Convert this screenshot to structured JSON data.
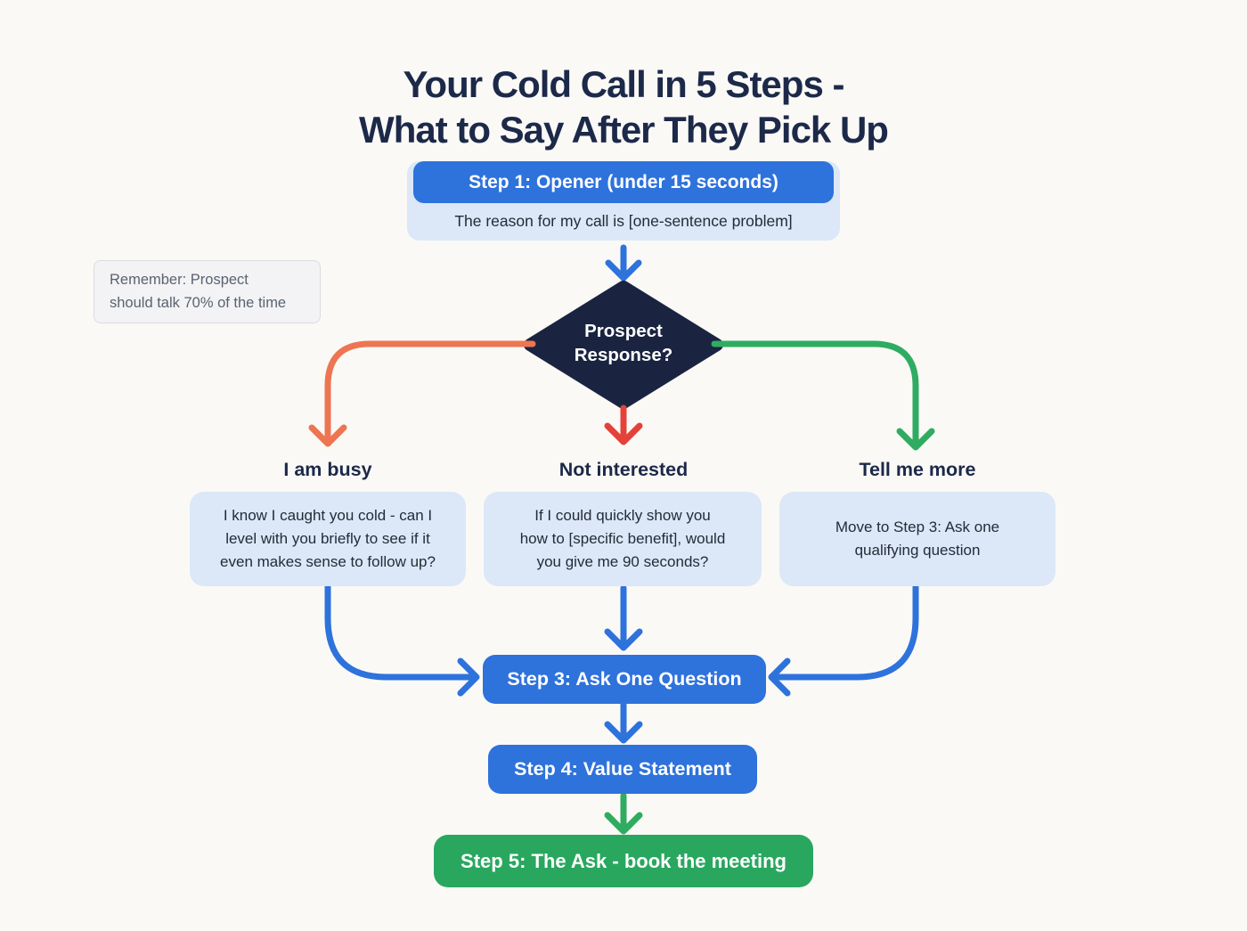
{
  "title": {
    "line1": "Your Cold Call in 5 Steps -",
    "line2": "What to Say After They Pick Up"
  },
  "step1": {
    "header": "Step 1: Opener (under 15 seconds)",
    "script": "The reason for my call is [one-sentence problem]"
  },
  "note": {
    "text": "Remember: Prospect\nshould talk 70% of the time"
  },
  "decision": {
    "label": "Prospect\nResponse?"
  },
  "branches": [
    {
      "label": "I am busy",
      "response": "I know I caught you cold - can I\nlevel with you briefly to see if it\neven makes sense to follow up?"
    },
    {
      "label": "Not interested",
      "response": "If I could quickly show you\nhow to [specific benefit], would\nyou give me 90 seconds?"
    },
    {
      "label": "Tell me more",
      "response": "Move to Step 3: Ask one\nqualifying question"
    }
  ],
  "steps": {
    "step3": "Step 3: Ask One Question",
    "step4": "Step 4: Value Statement",
    "step5": "Step 5: The Ask - book the meeting"
  },
  "colors": {
    "background": "#FAF9F6",
    "heading": "#1C2949",
    "navy": "#1A2440",
    "blue": "#2E72DC",
    "light_blue": "#DCE8F7",
    "orange": "#EE7551",
    "red": "#E5413B",
    "green": "#2FAC61",
    "green_button": "#29A75F",
    "note_bg": "#F3F3F5",
    "note_border": "#DCDCE1",
    "note_text": "#5A6370",
    "text_dark": "#242B38",
    "white": "#FFFFFF"
  }
}
